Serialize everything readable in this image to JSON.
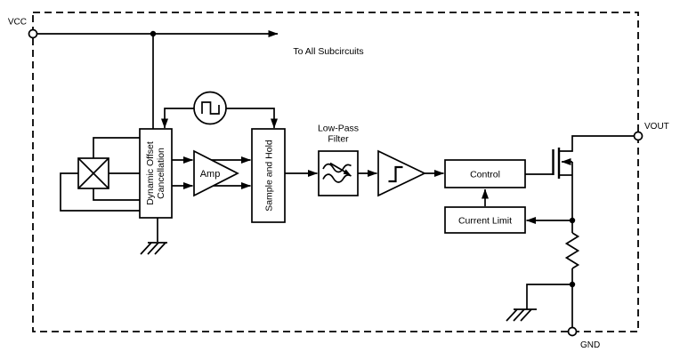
{
  "diagram": {
    "type": "circuit-block-diagram",
    "terminals": {
      "vcc": "VCC",
      "vout": "VOUT",
      "gnd": "GND"
    },
    "supply_note": "To All Subcircuits",
    "blocks": {
      "hall_element": {
        "icon": "hall-plate-x-square"
      },
      "clock": {
        "icon": "square-wave-oscillator"
      },
      "dynamic_offset_cancellation": {
        "line1": "Dynamic Offset",
        "line2": "Cancellation"
      },
      "amp": {
        "label": "Amp"
      },
      "sample_and_hold": {
        "label": "Sample and Hold"
      },
      "low_pass_filter": {
        "title_line1": "Low-Pass",
        "title_line2": "Filter",
        "icon": "sine-wave-filter"
      },
      "schmitt_trigger": {
        "icon": "hysteresis-step"
      },
      "control": {
        "label": "Control"
      },
      "current_limit": {
        "label": "Current Limit"
      },
      "output_transistor": {
        "icon": "n-channel-mosfet"
      },
      "sense_resistor": {
        "icon": "resistor-zigzag"
      },
      "ground_symbols": {
        "icon": "chassis-ground"
      }
    },
    "colors": {
      "ink": "#000000",
      "paper": "#ffffff"
    }
  }
}
